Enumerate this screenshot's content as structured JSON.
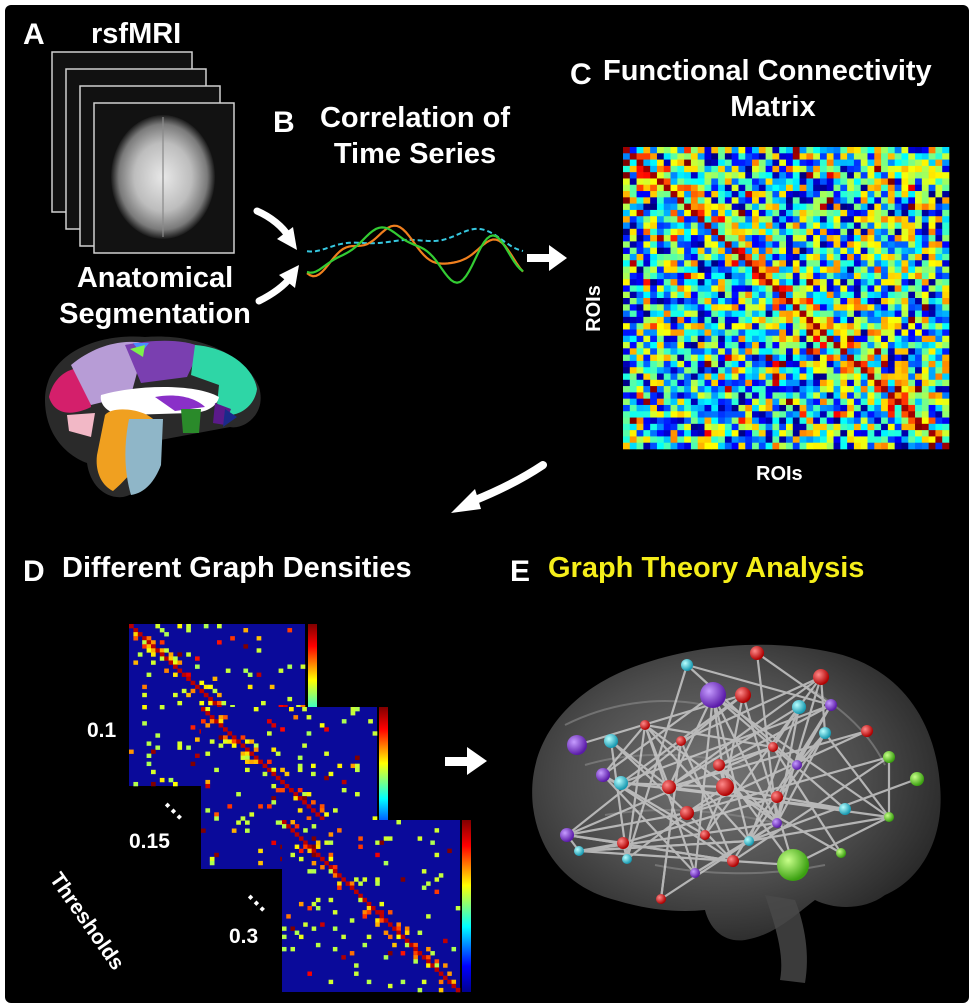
{
  "panels": {
    "a": {
      "letter": "A",
      "title": "rsfMRI",
      "segmentation_label_line1": "Anatomical",
      "segmentation_label_line2": "Segmentation"
    },
    "b": {
      "letter": "B",
      "title_line1": "Correlation of",
      "title_line2": "Time Series"
    },
    "c": {
      "letter": "C",
      "title_line1": "Functional Connectivity",
      "title_line2": "Matrix",
      "y_axis_label": "ROIs",
      "x_axis_label": "ROIs"
    },
    "d": {
      "letter": "D",
      "title": "Different Graph Densities",
      "threshold_values": [
        "0.1",
        "0.15",
        "0.3"
      ],
      "ellipsis": "…",
      "thresholds_label": "Thresholds"
    },
    "e": {
      "letter": "E",
      "title": "Graph Theory Analysis"
    }
  },
  "colors": {
    "background": "#000000",
    "text": "#ffffff",
    "highlight_title": "#f5ee1a",
    "series_green": "#33cc33",
    "series_orange": "#f07f1e",
    "series_cyan": "#36c8e0",
    "node_red": "#e01c1c",
    "node_purple": "#8a2be2",
    "node_cyan": "#28d2e6",
    "node_green": "#66dd22"
  },
  "icons": [
    "arrow-icon",
    "brain-slice-icon",
    "brain-segmentation-icon",
    "brain-network-icon",
    "colorbar-icon"
  ]
}
